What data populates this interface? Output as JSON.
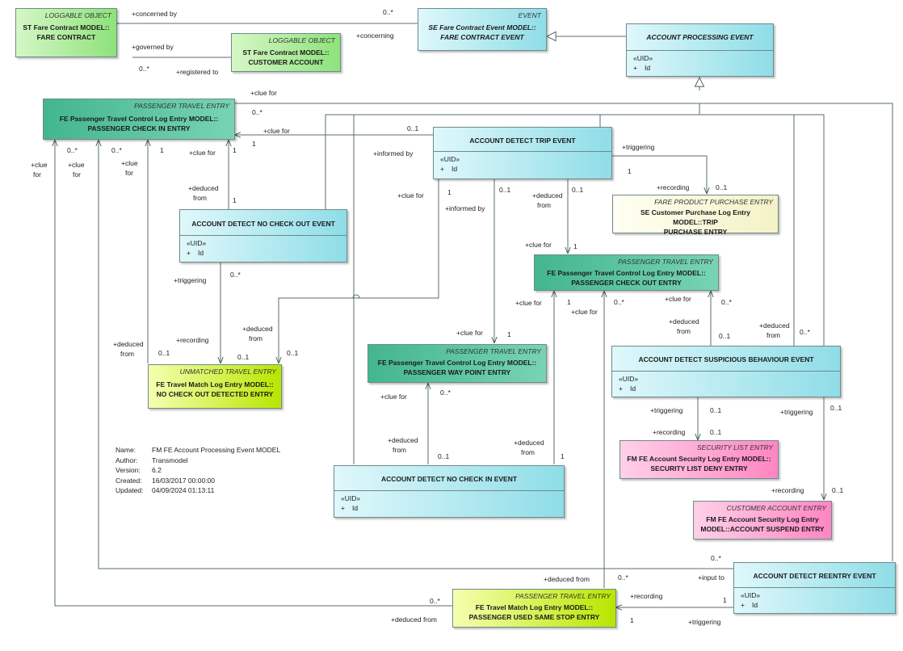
{
  "classes": {
    "st_fare_contract": {
      "stereotype": "LOGGABLE OBJECT",
      "name": [
        "ST Fare Contract MODEL::",
        "FARE CONTRACT"
      ]
    },
    "st_customer_account": {
      "stereotype": "LOGGABLE OBJECT",
      "name": [
        "ST Fare Contract MODEL::",
        "CUSTOMER ACCOUNT"
      ]
    },
    "se_fare_contract_event": {
      "stereotype": "EVENT",
      "name": [
        "SE Fare Contract Event MODEL::",
        "FARE CONTRACT EVENT"
      ]
    },
    "account_processing_event": {
      "stereotype": "",
      "name": [
        "ACCOUNT PROCESSING EVENT"
      ],
      "compartment": "«UID»",
      "attr_vis": "+",
      "attr": "Id"
    },
    "passenger_check_in": {
      "stereotype": "PASSENGER TRAVEL ENTRY",
      "name": [
        "FE Passenger Travel Control Log Entry MODEL::",
        "PASSENGER CHECK IN ENTRY"
      ]
    },
    "account_detect_trip": {
      "stereotype": "",
      "name": [
        "ACCOUNT DETECT TRIP EVENT"
      ],
      "compartment": "«UID»",
      "attr_vis": "+",
      "attr": "Id"
    },
    "fare_product_purchase": {
      "stereotype": "FARE PRODUCT PURCHASE ENTRY",
      "name": [
        "SE Customer Purchase Log Entry MODEL::TRIP",
        "PURCHASE ENTRY"
      ]
    },
    "no_check_out_event": {
      "stereotype": "",
      "name": [
        "ACCOUNT DETECT NO CHECK OUT EVENT"
      ],
      "compartment": "«UID»",
      "attr_vis": "+",
      "attr": "Id"
    },
    "passenger_check_out": {
      "stereotype": "PASSENGER TRAVEL ENTRY",
      "name": [
        "FE Passenger Travel Control Log Entry MODEL::",
        "PASSENGER CHECK OUT ENTRY"
      ]
    },
    "way_point": {
      "stereotype": "PASSENGER TRAVEL ENTRY",
      "name": [
        "FE Passenger Travel Control Log Entry MODEL::",
        "PASSENGER WAY POINT ENTRY"
      ]
    },
    "no_check_out_detected": {
      "stereotype": "UNMATCHED TRAVEL ENTRY",
      "name": [
        "FE Travel Match Log Entry MODEL::",
        "NO CHECK OUT DETECTED ENTRY"
      ]
    },
    "suspicious_behaviour": {
      "stereotype": "",
      "name": [
        "ACCOUNT DETECT SUSPICIOUS BEHAVIOUR EVENT"
      ],
      "compartment": "«UID»",
      "attr_vis": "+",
      "attr": "Id"
    },
    "security_list_deny": {
      "stereotype": "SECURITY LIST ENTRY",
      "name": [
        "FM FE Account Security Log Entry MODEL::",
        "SECURITY LIST DENY ENTRY"
      ]
    },
    "no_check_in_event": {
      "stereotype": "",
      "name": [
        "ACCOUNT DETECT NO CHECK IN EVENT"
      ],
      "compartment": "«UID»",
      "attr_vis": "+",
      "attr": "Id"
    },
    "account_suspend": {
      "stereotype": "CUSTOMER ACCOUNT ENTRY",
      "name": [
        "FM FE Account Security Log Entry",
        "MODEL::ACCOUNT SUSPEND ENTRY"
      ]
    },
    "reentry_event": {
      "stereotype": "",
      "name": [
        "ACCOUNT DETECT REENTRY EVENT"
      ],
      "compartment": "«UID»",
      "attr_vis": "+",
      "attr": "Id"
    },
    "same_stop": {
      "stereotype": "PASSENGER TRAVEL ENTRY",
      "name": [
        "FE Travel Match Log Entry MODEL::",
        "PASSENGER USED SAME STOP ENTRY"
      ]
    }
  },
  "labels": [
    "+concerned by",
    "0..*",
    "+concerning",
    "+governed by",
    "0..*",
    "+registered to",
    "+clue for",
    "0..*",
    "+clue for",
    "0..1",
    "1",
    "+clue",
    "for",
    "+clue",
    "for",
    "+clue",
    "for",
    "0..*",
    "0..*",
    "1",
    "+clue for",
    "1",
    "+informed by",
    "+triggering",
    "1",
    "+recording",
    "0..1",
    "+clue for",
    "1",
    "+informed by",
    "0..1",
    "+deduced",
    "from",
    "0..1",
    "+deduced",
    "from",
    "1",
    "+triggering",
    "0..*",
    "+clue for",
    "1",
    "+deduced",
    "from",
    "+recording",
    "0..1",
    "0..1",
    "+deduced",
    "from",
    "0..1",
    "+clue for",
    "1",
    "+clue for",
    "1",
    "+clue for",
    "0..*",
    "+clue for",
    "0..*",
    "+deduced",
    "from",
    "0..1",
    "+deduced",
    "from",
    "0..*",
    "+clue for",
    "0..*",
    "+deduced",
    "from",
    "0..1",
    "+deduced",
    "from",
    "1",
    "+triggering",
    "0..1",
    "+recording",
    "0..1",
    "+triggering",
    "0..1",
    "+recording",
    "0..1",
    "0..*",
    "+input to",
    "+deduced from",
    "0..*",
    "+recording",
    "1",
    "1",
    "+triggering",
    "0..*",
    "+deduced from",
    "+deduced",
    "from"
  ],
  "meta": [
    {
      "key": "Name:",
      "value": "FM FE Account Processing Event MODEL"
    },
    {
      "key": "Author:",
      "value": "Transmodel"
    },
    {
      "key": "Version:",
      "value": "6.2"
    },
    {
      "key": "Created:",
      "value": "16/03/2017 00:00:00"
    },
    {
      "key": "Updated:",
      "value": "04/09/2024 01:13:11"
    }
  ],
  "colors": {
    "event_class": "#8fdde7",
    "loggable_object": "#8ee27b",
    "passenger_travel_entry": "#43b68f",
    "unmatched_entry": "#b8e600",
    "purchase_entry": "#f4f2c6",
    "security_entry": "#ff86c2",
    "line": "#5a6e6e"
  }
}
